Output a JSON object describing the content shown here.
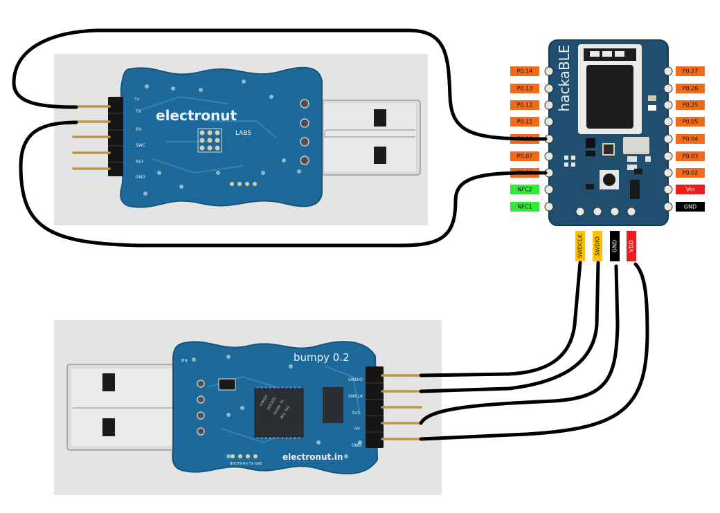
{
  "dongle_top": {
    "silkscreen_pins": [
      "Tx",
      "TX",
      "RX",
      "SWC",
      "RST",
      "GND"
    ],
    "logo_text": "electronut",
    "logo_sub": "LABS"
  },
  "hackable": {
    "name": "hackaBLE",
    "left_pins": [
      {
        "label": "P0.14",
        "color": "#f26b1d"
      },
      {
        "label": "P0.13",
        "color": "#f26b1d"
      },
      {
        "label": "P0.12",
        "color": "#f26b1d"
      },
      {
        "label": "P0.11",
        "color": "#f26b1d"
      },
      {
        "label": "P0.08",
        "color": "#f26b1d"
      },
      {
        "label": "P0.07",
        "color": "#f26b1d"
      },
      {
        "label": "P0.06",
        "color": "#f26b1d"
      },
      {
        "label": "NFC2",
        "color": "#33e83a"
      },
      {
        "label": "NFC1",
        "color": "#33e83a"
      }
    ],
    "right_pins": [
      {
        "label": "P0.27",
        "color": "#f26b1d"
      },
      {
        "label": "P0.26",
        "color": "#f26b1d"
      },
      {
        "label": "P0.25",
        "color": "#f26b1d"
      },
      {
        "label": "P0.05",
        "color": "#f26b1d"
      },
      {
        "label": "P0.04",
        "color": "#f26b1d"
      },
      {
        "label": "P0.03",
        "color": "#f26b1d"
      },
      {
        "label": "P0.02",
        "color": "#f26b1d"
      },
      {
        "label": "Vin",
        "color": "#ee1c1c"
      },
      {
        "label": "GND",
        "color": "#000000"
      }
    ],
    "bottom_pins": [
      {
        "label": "SWDCLK",
        "color": "#ffc000"
      },
      {
        "label": "SWDIO",
        "color": "#ffc000"
      },
      {
        "label": "GND",
        "color": "#000000"
      },
      {
        "label": "VDD",
        "color": "#ee1c1c"
      }
    ]
  },
  "bumpy": {
    "title": "bumpy 0.2",
    "brand": "electronut.in",
    "header_label": "P3",
    "chip_lines": [
      "STM32F",
      "103C8T6",
      "GH204 93",
      "MYS 342"
    ],
    "pins": [
      "SWDIO",
      "SWCLK",
      "3V3",
      "5V",
      "GND"
    ],
    "bottom_pads": "BOOT0 RX TX GND"
  }
}
